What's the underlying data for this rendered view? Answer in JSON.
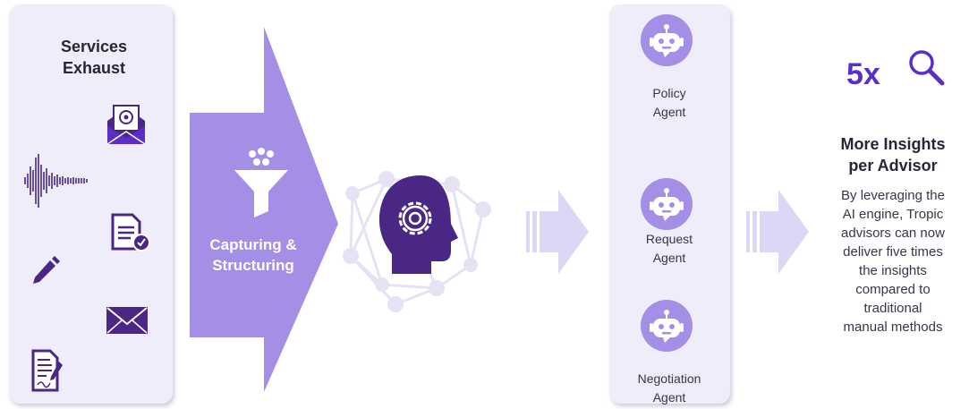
{
  "services": {
    "title_line1": "Services",
    "title_line2": "Exhaust",
    "icons": [
      "email-icon",
      "audio-waveform-icon",
      "document-check-icon",
      "pencil-icon",
      "envelope-icon",
      "signed-document-icon"
    ]
  },
  "capture": {
    "line1": "Capturing &",
    "line2": "Structuring",
    "icon": "funnel-icon"
  },
  "engine": {
    "icon": "ai-head-gear-icon"
  },
  "agents": [
    {
      "line1": "Policy",
      "line2": "Agent"
    },
    {
      "line1": "Request",
      "line2": "Agent"
    },
    {
      "line1": "Negotiation",
      "line2": "Agent"
    }
  ],
  "result": {
    "multiplier": "5x",
    "title_line1": "More Insights",
    "title_line2": "per Advisor",
    "description": [
      "By leveraging the",
      "AI engine, Tropic",
      "advisors can now",
      "deliver five times",
      "the insights",
      "compared to",
      "traditional",
      "manual methods"
    ]
  },
  "colors": {
    "accent": "#5b2ec9",
    "arrow_fill": "#a58ee6",
    "panel_bg": "#efedf9",
    "light_arrow": "#ddd6f5"
  }
}
